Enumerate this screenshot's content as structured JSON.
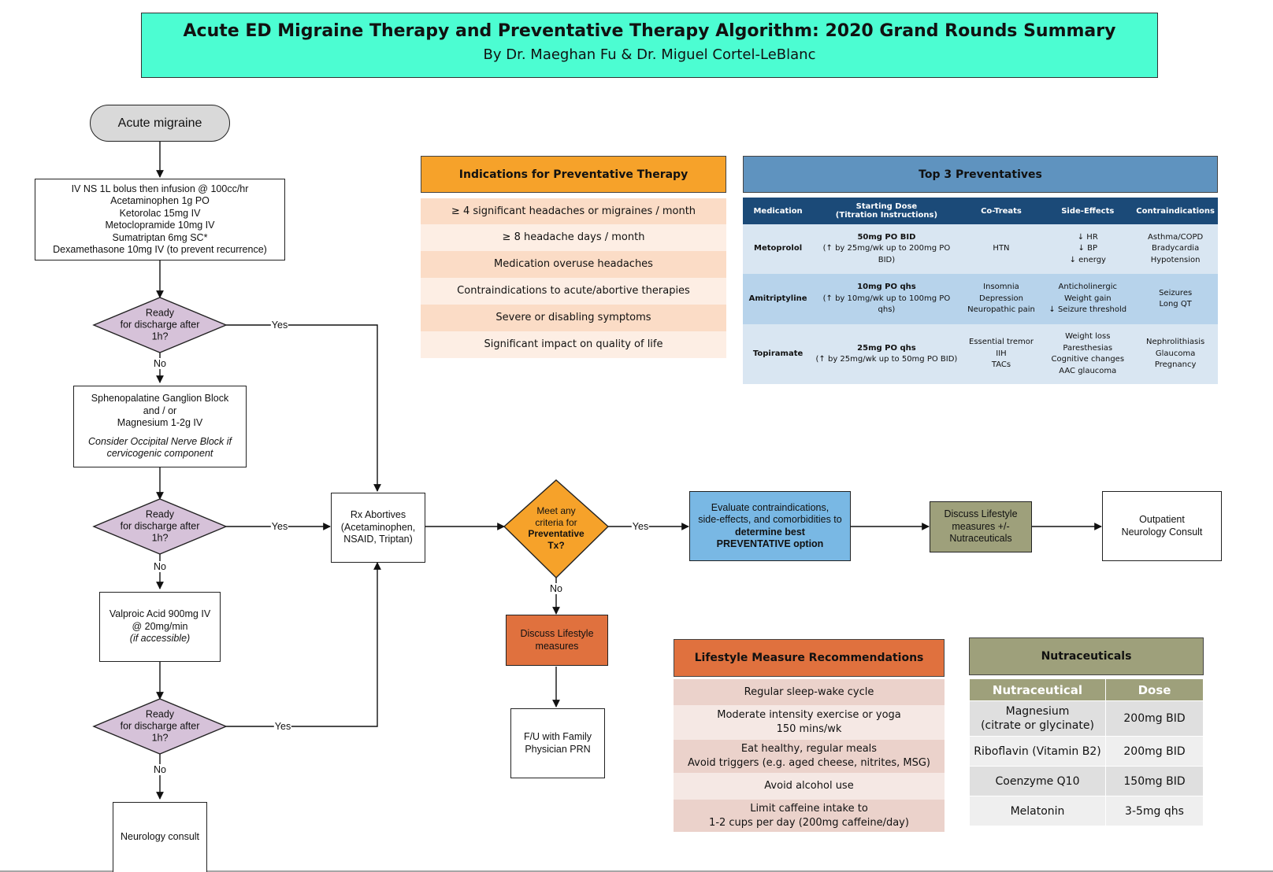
{
  "title": {
    "main": "Acute ED Migraine Therapy and Preventative Therapy Algorithm: 2020 Grand Rounds Summary",
    "sub": "By Dr. Maeghan Fu & Dr. Miguel Cortel-LeBlanc"
  },
  "colors": {
    "title_bg": "#4cfdd2",
    "decision_fill": "#d6c2d9",
    "preventative_decision_fill": "#f6a22a",
    "evaluate_fill": "#79b8e4",
    "lifestyle_box_fill": "#e0713e",
    "nutraceutical_box_fill": "#9ea07b",
    "indications_header": "#f6a22a",
    "top3_header": "#5f93bf",
    "top3_columns": "#1b4a78"
  },
  "flowchart": {
    "start": "Acute migraine",
    "initial_therapy": [
      "IV NS 1L bolus then infusion @ 100cc/hr",
      "Acetaminophen 1g PO",
      "Ketorolac 15mg IV",
      "Metoclopramide 10mg IV",
      "Sumatriptan 6mg SC*",
      "Dexamethasone 10mg IV (to prevent recurrence)"
    ],
    "decision_ready": [
      "Ready",
      "for discharge after",
      "1h?"
    ],
    "yes": "Yes",
    "no": "No",
    "second_line": {
      "lines": [
        "Sphenopalatine Ganglion Block",
        "and / or",
        "Magnesium 1-2g IV"
      ],
      "note": [
        "Consider Occipital Nerve Block if",
        "cervicogenic component"
      ]
    },
    "third_line": {
      "lines": [
        "Valproic Acid 900mg IV",
        "@ 20mg/min"
      ],
      "note": "(if accessible)"
    },
    "neurology_consult": "Neurology consult",
    "rx_abortives": [
      "Rx Abortives",
      "(Acetaminophen,",
      "NSAID, Triptan)"
    ],
    "preventative_decision": {
      "lines": [
        "Meet any",
        "criteria for"
      ],
      "bold": [
        "Preventative",
        "Tx?"
      ]
    },
    "evaluate": {
      "lines": [
        "Evaluate contraindications,",
        "side-effects, and comorbidities to"
      ],
      "bold": [
        "determine best",
        "PREVENTATIVE option"
      ]
    },
    "discuss_lifestyle_nutra": [
      "Discuss Lifestyle",
      "measures +/-",
      "Nutraceuticals"
    ],
    "outpatient": [
      "Outpatient",
      "Neurology Consult"
    ],
    "discuss_lifestyle": [
      "Discuss Lifestyle",
      "measures"
    ],
    "fu_family": [
      "F/U with Family",
      "Physician PRN"
    ]
  },
  "indications": {
    "title": "Indications for Preventative Therapy",
    "items": [
      "≥ 4 significant headaches or migraines / month",
      "≥ 8 headache days / month",
      "Medication overuse headaches",
      "Contraindications to acute/abortive therapies",
      "Severe or disabling symptoms",
      "Significant impact on quality of life"
    ]
  },
  "top3": {
    "title": "Top 3 Preventatives",
    "columns": [
      "Medication",
      "Starting Dose",
      "(Titration Instructions)",
      "Co-Treats",
      "Side-Effects",
      "Contraindications"
    ],
    "rows": [
      {
        "medication": "Metoprolol",
        "dose": "50mg PO BID",
        "titration": "(↑ by 25mg/wk up to 200mg PO BID)",
        "cotreats": [
          "HTN"
        ],
        "side_effects": [
          "↓ HR",
          "↓ BP",
          "↓ energy"
        ],
        "contraindications": [
          "Asthma/COPD",
          "Bradycardia",
          "Hypotension"
        ]
      },
      {
        "medication": "Amitriptyline",
        "dose": "10mg PO qhs",
        "titration": "(↑ by 10mg/wk up to 100mg PO qhs)",
        "cotreats": [
          "Insomnia",
          "Depression",
          "Neuropathic pain"
        ],
        "side_effects": [
          "Anticholinergic",
          "Weight gain",
          "↓ Seizure threshold"
        ],
        "contraindications": [
          "Seizures",
          "Long QT"
        ]
      },
      {
        "medication": "Topiramate",
        "dose": "25mg PO qhs",
        "titration": "(↑ by 25mg/wk up to 50mg PO BID)",
        "cotreats": [
          "Essential tremor",
          "IIH",
          "TACs"
        ],
        "side_effects": [
          "Weight loss",
          "Paresthesias",
          "Cognitive changes",
          "AAC glaucoma"
        ],
        "contraindications": [
          "Nephrolithiasis",
          "Glaucoma",
          "Pregnancy"
        ]
      }
    ]
  },
  "lifestyle": {
    "title": "Lifestyle Measure Recommendations",
    "items": [
      [
        "Regular sleep-wake cycle"
      ],
      [
        "Moderate intensity exercise or yoga",
        "150 mins/wk"
      ],
      [
        "Eat healthy, regular meals",
        "Avoid triggers (e.g. aged cheese, nitrites, MSG)"
      ],
      [
        "Avoid alcohol use"
      ],
      [
        "Limit caffeine intake to",
        "1-2 cups per day (200mg caffeine/day)"
      ]
    ]
  },
  "nutraceuticals": {
    "title": "Nutraceuticals",
    "columns": [
      "Nutraceutical",
      "Dose"
    ],
    "rows": [
      {
        "name": [
          "Magnesium",
          "(citrate or glycinate)"
        ],
        "dose": "200mg BID"
      },
      {
        "name": [
          "Riboflavin (Vitamin B2)"
        ],
        "dose": "200mg BID"
      },
      {
        "name": [
          "Coenzyme Q10"
        ],
        "dose": "150mg BID"
      },
      {
        "name": [
          "Melatonin"
        ],
        "dose": "3-5mg qhs"
      }
    ]
  }
}
